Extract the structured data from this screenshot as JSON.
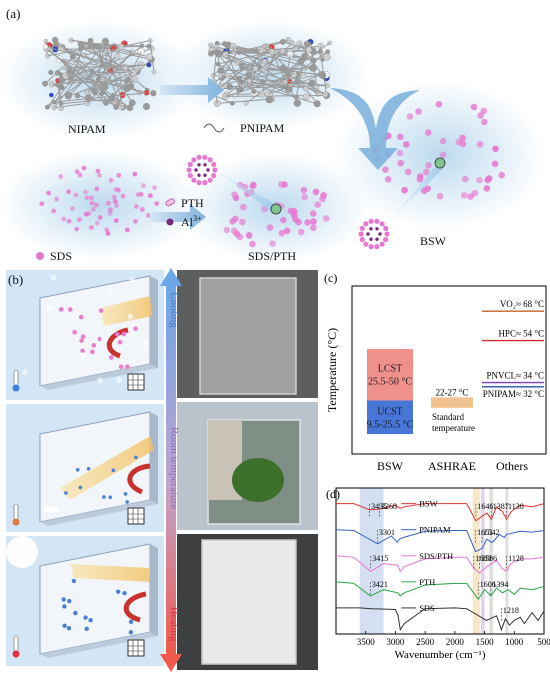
{
  "panel_a": {
    "label": "(a)",
    "nipam": "NIPAM",
    "pnipam": "PNIPAM",
    "pth": "PTH",
    "al_base": "Al",
    "al_sup": "3+",
    "sds": "SDS",
    "sds_pth": "SDS/PTH",
    "bsw": "BSW",
    "colors": {
      "glow": "#b9d8ee",
      "pink": "#e266c8",
      "arrow": "#7fb2dd"
    }
  },
  "panel_b": {
    "label": "(b)",
    "cooling": "Cooling",
    "room_temperature": "Room temperature",
    "heating": "Heating",
    "colors": {
      "bg": "#cfe3f5",
      "arrow_top": "#6aa6e8",
      "arrow_bottom": "#ef5a4a"
    }
  },
  "chart_data": [
    {
      "type": "bar",
      "panel": "(c)",
      "ylabel": "Temperature (°C)",
      "categories": [
        "BSW",
        "ASHRAE",
        "Others"
      ],
      "ylim": [
        0,
        80
      ],
      "bsw_ranges": [
        {
          "name": "UCST",
          "range_label": "9.5-25.5 °C",
          "low": 9.5,
          "high": 25.5,
          "color": "#3d6fd6"
        },
        {
          "name": "LCST",
          "range_label": "25.5-50 °C",
          "low": 25.5,
          "high": 50,
          "color": "#ef8a86"
        }
      ],
      "ashrae": {
        "range_label": "22-27 °C",
        "low": 22,
        "high": 27,
        "note_line1": "Standard",
        "note_line2": "temperature",
        "color": "#f2c391"
      },
      "others": [
        {
          "label": "VO₂≈ 68 °C",
          "value": 68,
          "color": "#c8622a"
        },
        {
          "label": "HPC≈ 54 °C",
          "value": 54,
          "color": "#d52b2b"
        },
        {
          "label": "PNVCL≈ 34 °C",
          "value": 34,
          "color": "#7a3fb5"
        },
        {
          "label": "PNIPAM≈ 32 °C",
          "value": 32,
          "color": "#2f4fa8"
        }
      ]
    },
    {
      "type": "line",
      "panel": "(d)",
      "xlabel": "Wavenumber (cm⁻¹)",
      "xlim": [
        4000,
        500
      ],
      "xticks": [
        3500,
        3000,
        2500,
        2000,
        1500,
        1000,
        500
      ],
      "series": [
        {
          "name": "BSW",
          "color": "#e03030",
          "offset": 5,
          "x": [
            4000,
            3700,
            3435,
            3268,
            3000,
            2920,
            2850,
            2500,
            2000,
            1800,
            1646,
            1540,
            1460,
            1387,
            1300,
            1200,
            1130,
            1050,
            900,
            700,
            500
          ],
          "y": [
            0.5,
            0.5,
            0.1,
            0.15,
            0.4,
            0.2,
            0.3,
            0.5,
            0.5,
            0.5,
            -0.6,
            -0.3,
            -0.1,
            -0.5,
            0.3,
            0.0,
            -0.5,
            0.0,
            0.4,
            0.3,
            0.5
          ]
        },
        {
          "name": "PNIPAM",
          "color": "#3560c8",
          "offset": 4,
          "x": [
            4000,
            3700,
            3301,
            3070,
            2970,
            2930,
            2870,
            2500,
            2000,
            1800,
            1651,
            1542,
            1460,
            1387,
            1367,
            1250,
            1170,
            1130,
            900,
            700,
            500
          ],
          "y": [
            0.5,
            0.45,
            -0.4,
            0.1,
            -0.3,
            -0.1,
            0.0,
            0.4,
            0.45,
            0.45,
            -0.9,
            -0.7,
            -0.1,
            -0.3,
            -0.3,
            0.2,
            0.0,
            0.2,
            0.4,
            0.35,
            0.45
          ]
        },
        {
          "name": "SDS/PTH",
          "color": "#e673d6",
          "offset": 3,
          "x": [
            4000,
            3700,
            3415,
            3200,
            2960,
            2920,
            2850,
            2500,
            2000,
            1800,
            1680,
            1586,
            1460,
            1300,
            1210,
            1128,
            1060,
            900,
            700,
            500
          ],
          "y": [
            0.5,
            0.4,
            -0.5,
            0.0,
            -0.1,
            -0.5,
            -0.2,
            0.3,
            0.4,
            0.4,
            -0.3,
            -0.6,
            -0.2,
            0.2,
            -0.3,
            -0.5,
            0.0,
            0.3,
            0.3,
            0.4
          ]
        },
        {
          "name": "PTH",
          "color": "#2fa64a",
          "offset": 2,
          "x": [
            4000,
            3700,
            3421,
            3200,
            2960,
            2920,
            2850,
            2500,
            2000,
            1800,
            1606,
            1500,
            1394,
            1300,
            1200,
            1100,
            1000,
            900,
            700,
            500
          ],
          "y": [
            0.5,
            0.4,
            -0.4,
            0.0,
            -0.2,
            -0.4,
            -0.2,
            0.3,
            0.4,
            0.4,
            -0.6,
            0.0,
            -0.4,
            0.1,
            -0.2,
            0.0,
            -0.3,
            0.1,
            0.0,
            0.2
          ]
        },
        {
          "name": "SDS",
          "color": "#333333",
          "offset": 1,
          "x": [
            4000,
            3600,
            3400,
            3000,
            2955,
            2918,
            2850,
            2500,
            2000,
            1800,
            1468,
            1300,
            1250,
            1218,
            1150,
            1080,
            1000,
            900,
            830,
            700,
            600,
            500
          ],
          "y": [
            0.5,
            0.5,
            0.45,
            0.4,
            0.0,
            -0.9,
            -0.5,
            0.45,
            0.5,
            0.45,
            -0.3,
            0.0,
            -0.5,
            -0.9,
            -0.2,
            -0.6,
            -0.3,
            -0.1,
            -0.5,
            0.2,
            -0.3,
            0.3
          ]
        }
      ],
      "peaks": [
        {
          "label": "3435",
          "x": 3435,
          "row": 5
        },
        {
          "label": "3268",
          "x": 3268,
          "row": 5
        },
        {
          "label": "3301",
          "x": 3301,
          "row": 4
        },
        {
          "label": "3415",
          "x": 3415,
          "row": 3
        },
        {
          "label": "3421",
          "x": 3421,
          "row": 2
        },
        {
          "label": "1646",
          "x": 1646,
          "row": 5
        },
        {
          "label": "1387",
          "x": 1387,
          "row": 5
        },
        {
          "label": "1130",
          "x": 1130,
          "row": 5
        },
        {
          "label": "1651",
          "x": 1651,
          "row": 4
        },
        {
          "label": "1542",
          "x": 1542,
          "row": 4
        },
        {
          "label": "1680",
          "x": 1680,
          "row": 3
        },
        {
          "label": "1586",
          "x": 1586,
          "row": 3
        },
        {
          "label": "1128",
          "x": 1128,
          "row": 3
        },
        {
          "label": "1606",
          "x": 1606,
          "row": 2
        },
        {
          "label": "1394",
          "x": 1394,
          "row": 2
        },
        {
          "label": "1218",
          "x": 1218,
          "row": 1
        }
      ],
      "bands": [
        {
          "x1": 3600,
          "x2": 3200,
          "color": "#b8cbe8"
        },
        {
          "x1": 1700,
          "x2": 1580,
          "color": "#f0d9a0"
        },
        {
          "x1": 1560,
          "x2": 1500,
          "color": "#c8b6e8"
        },
        {
          "x1": 1420,
          "x2": 1360,
          "color": "#c8c8c8"
        },
        {
          "x1": 1150,
          "x2": 1100,
          "color": "#c8c8c8"
        }
      ]
    }
  ]
}
